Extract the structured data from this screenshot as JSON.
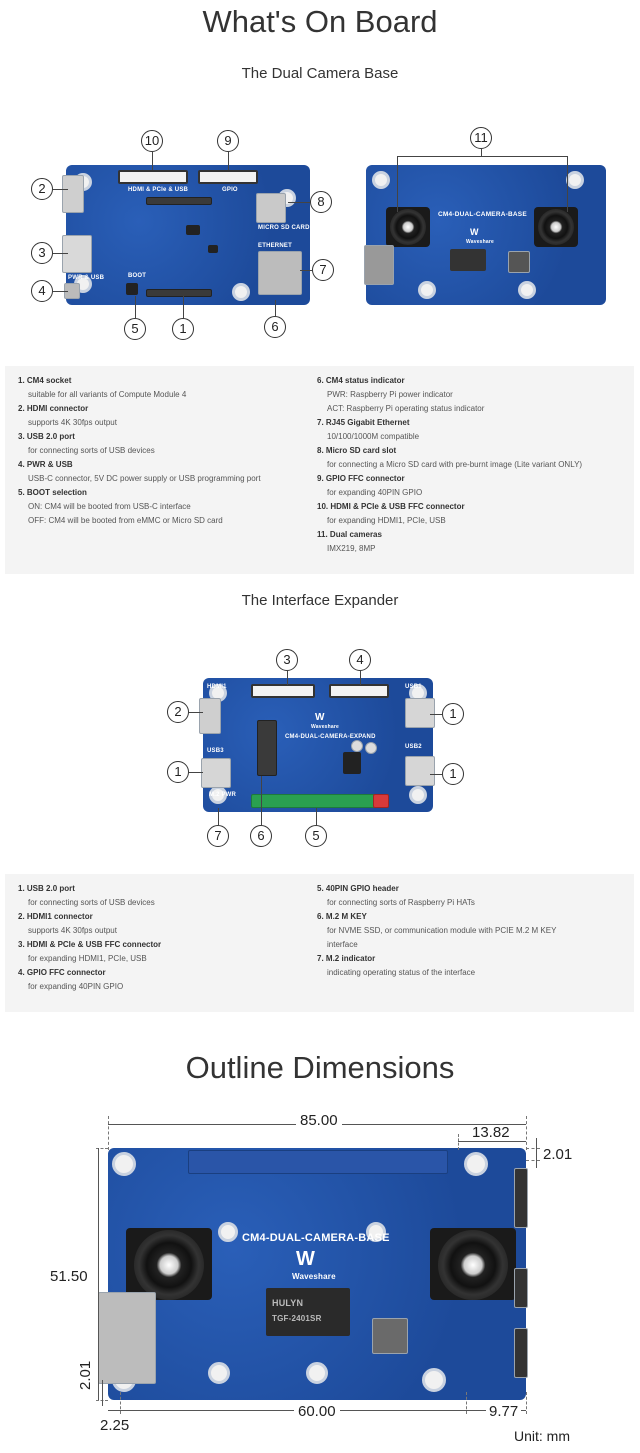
{
  "page": {
    "title": "What's On Board",
    "outline_title": "Outline Dimensions"
  },
  "base": {
    "subtitle": "The Dual Camera Base",
    "silk": {
      "hdmi_pcie_usb": "HDMI & PCIe & USB",
      "gpio": "GPIO",
      "micro_sd_card": "MICRO SD CARD",
      "ethernet": "ETHERNET",
      "pwr_usb": "PWR & USB",
      "boot": "BOOT",
      "board_name": "CM4-DUAL-CAMERA-BASE",
      "logo": "Waveshare"
    },
    "callouts": [
      "1",
      "2",
      "3",
      "4",
      "5",
      "6",
      "7",
      "8",
      "9",
      "10",
      "11"
    ],
    "left_items": [
      {
        "num": "1.",
        "title": "CM4 socket",
        "desc": [
          "suitable for all variants of Compute Module 4"
        ]
      },
      {
        "num": "2.",
        "title": "HDMI connector",
        "desc": [
          "supports 4K 30fps output"
        ]
      },
      {
        "num": "3.",
        "title": "USB 2.0 port",
        "desc": [
          "for connecting sorts of USB devices"
        ]
      },
      {
        "num": "4.",
        "title": "PWR & USB",
        "desc": [
          "USB-C connector, 5V DC power supply or USB programming port"
        ]
      },
      {
        "num": "5.",
        "title": "BOOT selection",
        "desc": [
          "ON: CM4 will be booted from USB-C interface",
          "OFF: CM4 will be booted from eMMC or Micro SD card"
        ]
      }
    ],
    "right_items": [
      {
        "num": "6.",
        "title": "CM4 status indicator",
        "desc": [
          "PWR: Raspberry Pi power indicator",
          "ACT: Raspberry Pi operating status indicator"
        ]
      },
      {
        "num": "7.",
        "title": "RJ45 Gigabit Ethernet",
        "desc": [
          "10/100/1000M compatible"
        ]
      },
      {
        "num": "8.",
        "title": "Micro SD card slot",
        "desc": [
          "for connecting a Micro SD card with pre-burnt image (Lite variant ONLY)"
        ]
      },
      {
        "num": "9.",
        "title": "GPIO FFC connector",
        "desc": [
          "for expanding 40PIN GPIO"
        ]
      },
      {
        "num": "10.",
        "title": "HDMI & PCIe & USB FFC connector",
        "desc": [
          "for expanding HDMI1, PCIe, USB"
        ]
      },
      {
        "num": "11.",
        "title": "Dual cameras",
        "desc": [
          "IMX219, 8MP"
        ]
      }
    ]
  },
  "expander": {
    "subtitle": "The Interface Expander",
    "silk": {
      "hdmi1": "HDMI1",
      "usb1": "USB1",
      "usb2": "USB2",
      "usb3": "USB3",
      "m2_pwr": "M.2 PWR",
      "board_name": "CM4-DUAL-CAMERA-EXPAND",
      "logo": "Waveshare"
    },
    "callouts": [
      "1",
      "2",
      "3",
      "4",
      "5",
      "6",
      "7"
    ],
    "left_items": [
      {
        "num": "1.",
        "title": "USB 2.0 port",
        "desc": [
          "for connecting sorts of USB devices"
        ]
      },
      {
        "num": "2.",
        "title": "HDMI1 connector",
        "desc": [
          "supports 4K 30fps output"
        ]
      },
      {
        "num": "3.",
        "title": "HDMI & PCIe & USB FFC connector",
        "desc": [
          "for expanding HDMI1, PCIe, USB"
        ]
      },
      {
        "num": "4.",
        "title": "GPIO FFC connector",
        "desc": [
          "for expanding 40PIN GPIO"
        ]
      }
    ],
    "right_items": [
      {
        "num": "5.",
        "title": "40PIN GPIO header",
        "desc": [
          "for connecting sorts of Raspberry Pi HATs"
        ]
      },
      {
        "num": "6.",
        "title": "M.2 M KEY",
        "desc": [
          "for NVME SSD, or communication module with PCIE M.2 M KEY",
          "interface"
        ]
      },
      {
        "num": "7.",
        "title": "M.2 indicator",
        "desc": [
          "indicating operating status of the interface"
        ]
      }
    ]
  },
  "dimensions": {
    "width": "85.00",
    "right_offset": "13.82",
    "top_offset": "2.01",
    "height": "51.50",
    "bottom_left_v": "2.01",
    "bottom_left_h": "2.25",
    "hole_span": "60.00",
    "right_bottom": "9.77",
    "unit": "Unit: mm",
    "board_name": "CM4-DUAL-CAMERA-BASE",
    "logo": "Waveshare",
    "chip_text_1": "HULYN",
    "chip_text_2": "TGF-2401SR"
  },
  "colors": {
    "pcb_blue": "#1f4fa3",
    "info_bg": "#f4f4f4"
  }
}
